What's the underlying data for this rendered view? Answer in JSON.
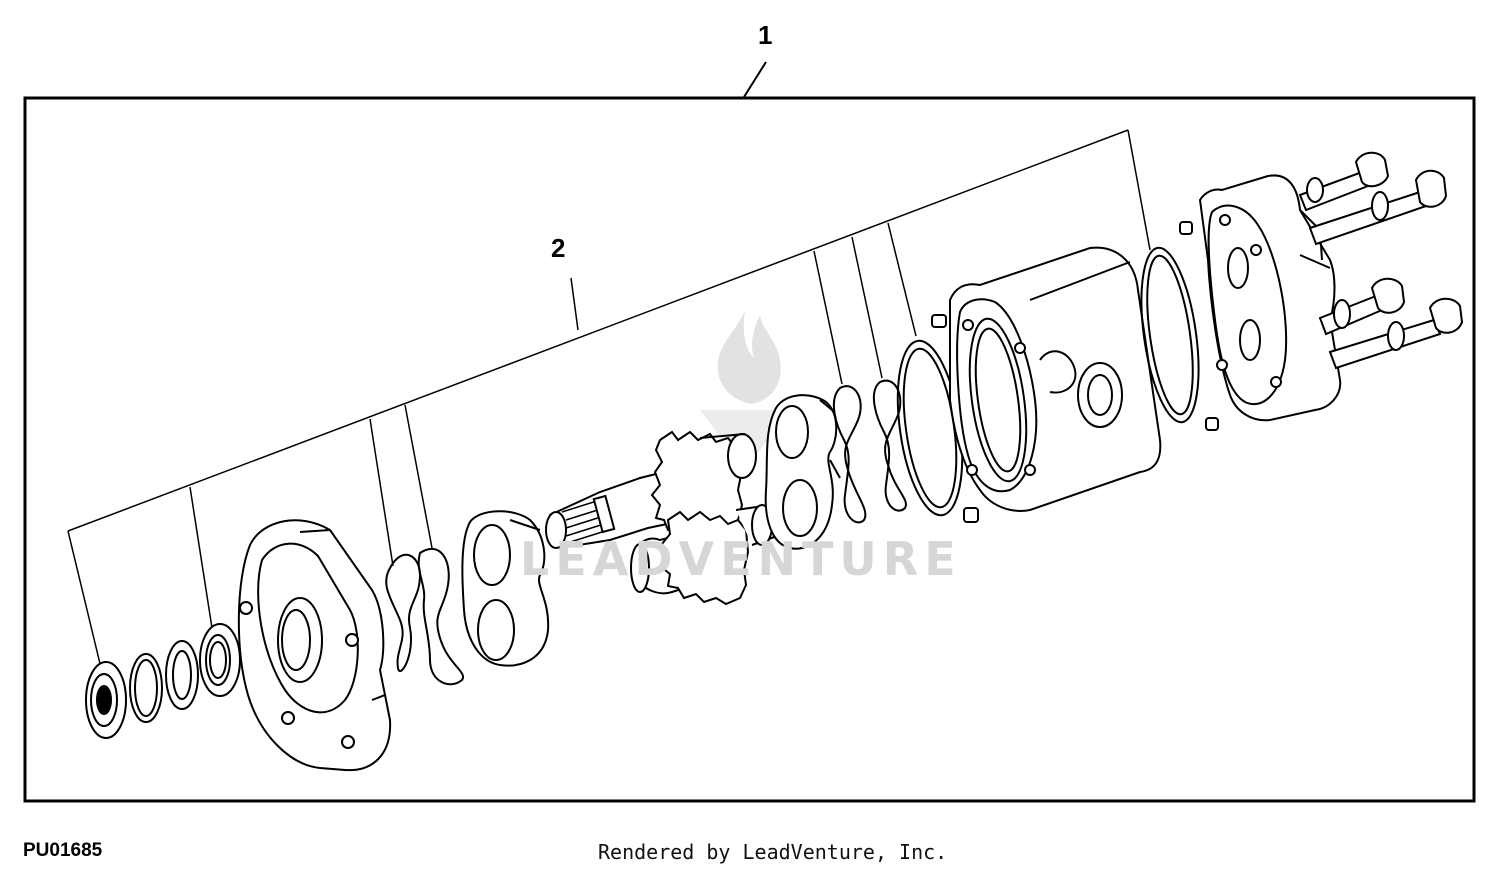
{
  "callouts": {
    "assembly": "1",
    "subassembly": "2"
  },
  "watermark": "LEADVENTURE",
  "footer": {
    "figure_id": "PU01685",
    "credit": "Rendered by LeadVenture, Inc."
  },
  "icons": {
    "watermark": "flame-logo-icon"
  },
  "colors": {
    "line": "#000000",
    "watermark": "#d6d6d6",
    "background": "#ffffff"
  }
}
